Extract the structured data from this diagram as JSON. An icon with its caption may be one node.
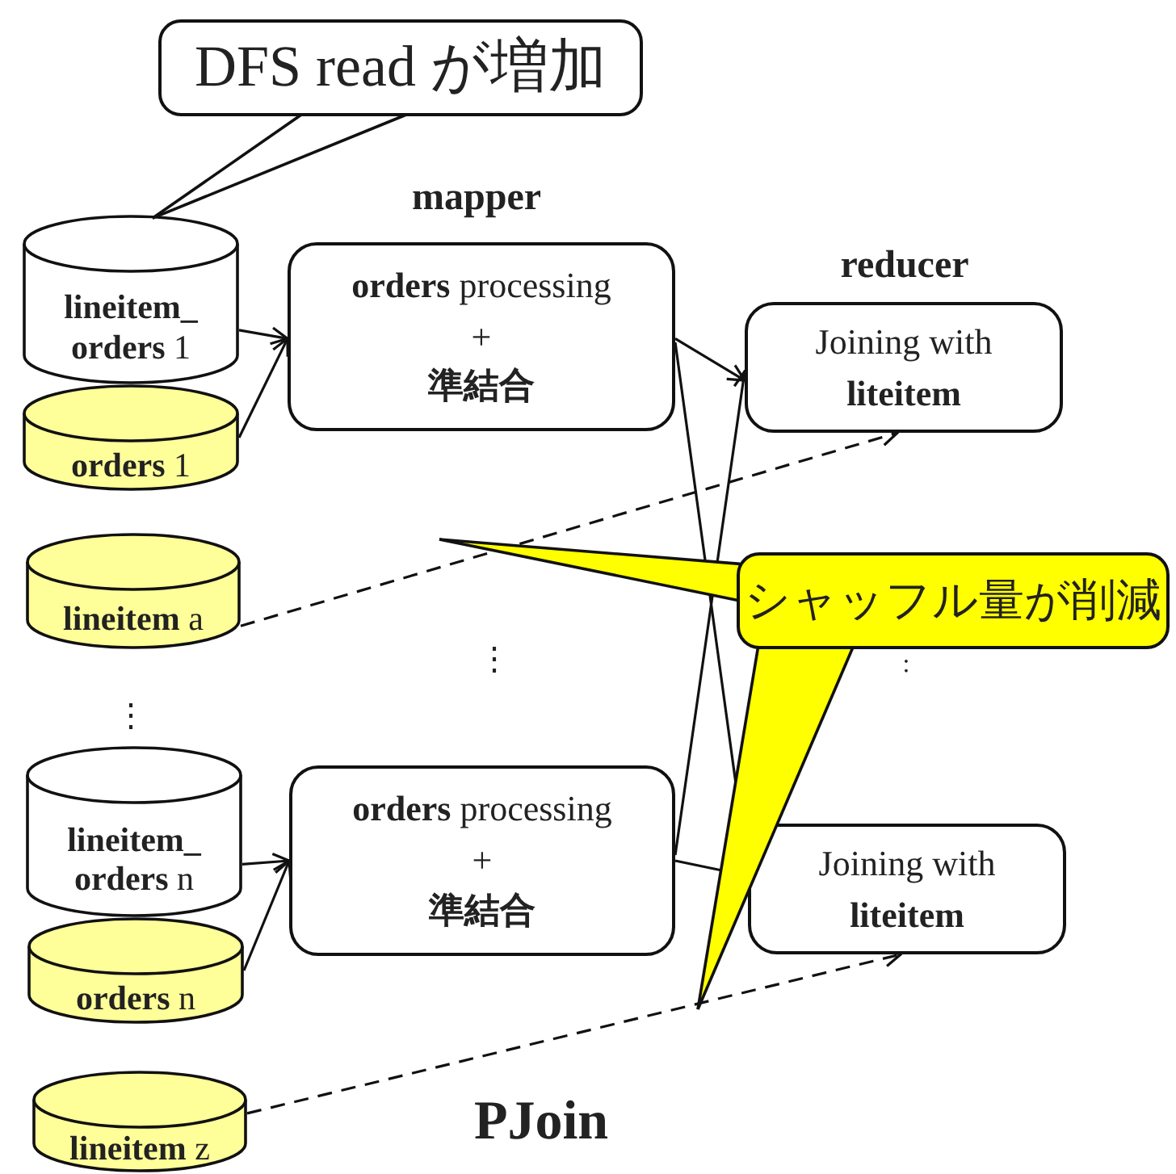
{
  "diagram": {
    "caption": "PJoin",
    "nodes": [
      {
        "text": [
          "DFS read が増加"
        ]
      },
      {
        "text": [
          "**lineitem_ orders** 1"
        ]
      },
      {
        "text": [
          "**orders** 1"
        ]
      },
      {
        "text": [
          "**orders** processing",
          "+",
          "準結合"
        ]
      },
      {
        "text": [
          "Joining with **liteitem**"
        ]
      },
      {
        "text": [
          "**lineitem** a"
        ]
      },
      {
        "text": [
          "**lineitem_ orders** n"
        ]
      },
      {
        "text": [
          "**orders** n"
        ]
      },
      {
        "text": [
          "**orders** processing",
          "+",
          "準結合"
        ]
      },
      {
        "text": [
          "Joining with **liteitem**"
        ]
      },
      {
        "text": [
          "**lineitem** z"
        ]
      },
      {
        "text": [
          "シャッフル量が削減"
        ]
      }
    ],
    "edges": [
      {
        "from": 0,
        "to": 1,
        "arrow": "none"
      },
      {
        "from": 1,
        "to": 3,
        "arrow": "to"
      },
      {
        "from": 2,
        "to": 3,
        "arrow": "to"
      },
      {
        "from": 3,
        "to": 4,
        "arrow": "to"
      },
      {
        "from": 3,
        "to": 9,
        "arrow": "to"
      },
      {
        "from": 5,
        "to": 4,
        "arrow": "to",
        "style": "dashed"
      },
      {
        "from": 6,
        "to": 8,
        "arrow": "to"
      },
      {
        "from": 7,
        "to": 8,
        "arrow": "to"
      },
      {
        "from": 8,
        "to": 4,
        "arrow": "to"
      },
      {
        "from": 8,
        "to": 9,
        "arrow": "to"
      },
      {
        "from": 10,
        "to": 9,
        "arrow": "to",
        "style": "dashed"
      },
      {
        "from": 11,
        "to": null,
        "arrow": "none"
      },
      {
        "from": 11,
        "to": null,
        "arrow": "none"
      }
    ],
    "labels": [
      "mapper",
      "reducer",
      "⋮",
      ":",
      "⋮"
    ]
  }
}
